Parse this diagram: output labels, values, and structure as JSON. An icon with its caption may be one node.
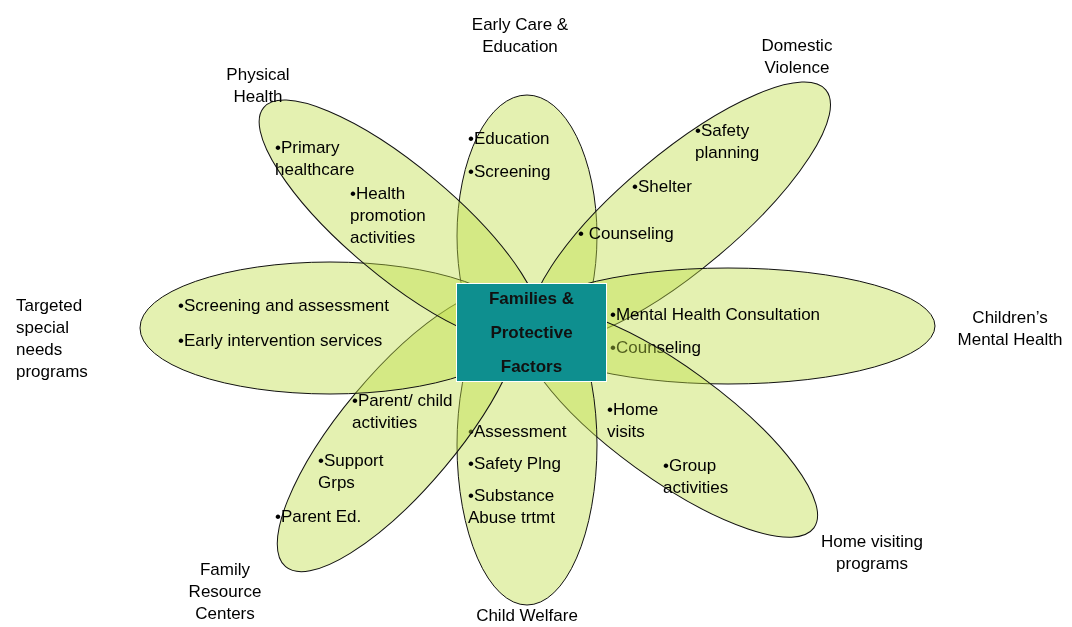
{
  "diagram": {
    "nodes": [
      {
        "text": [
          "Families & Protective Factors"
        ]
      },
      {
        "text": [
          "Early Care & Education",
          "•Education",
          "•Screening"
        ]
      },
      {
        "text": [
          "Domestic Violence",
          "•Safety planning",
          "•Shelter",
          "• Counseling"
        ]
      },
      {
        "text": [
          "•Mental Health Consultation",
          "•Counseling",
          "Children’s Mental Health"
        ]
      },
      {
        "text": [
          "•Home visits",
          "•Group activities",
          "Home visiting programs"
        ]
      },
      {
        "text": [
          "•Assessment",
          "•Safety Plng",
          "•Substance Abuse trtmt",
          "Child Welfare"
        ]
      },
      {
        "text": [
          "•Parent/ child activities",
          "•Support Grps",
          "•Parent Ed.",
          "Family Resource Centers"
        ]
      },
      {
        "text": [
          "Targeted special needs programs",
          "•Screening and assessment",
          "•Early intervention services"
        ]
      },
      {
        "text": [
          "Physical Health",
          "•Primary healthcare",
          "•Health promotion activities"
        ]
      }
    ]
  }
}
